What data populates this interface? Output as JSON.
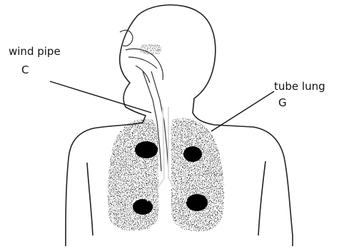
{
  "labels": {
    "windpipe": {
      "name": "wind pipe",
      "letter": "C"
    },
    "tubelung": {
      "name": "tube lung",
      "letter": "G"
    }
  },
  "colors": {
    "outline": "#222222",
    "lung_fill": "#1a1a1a",
    "stipple": "#444444"
  }
}
